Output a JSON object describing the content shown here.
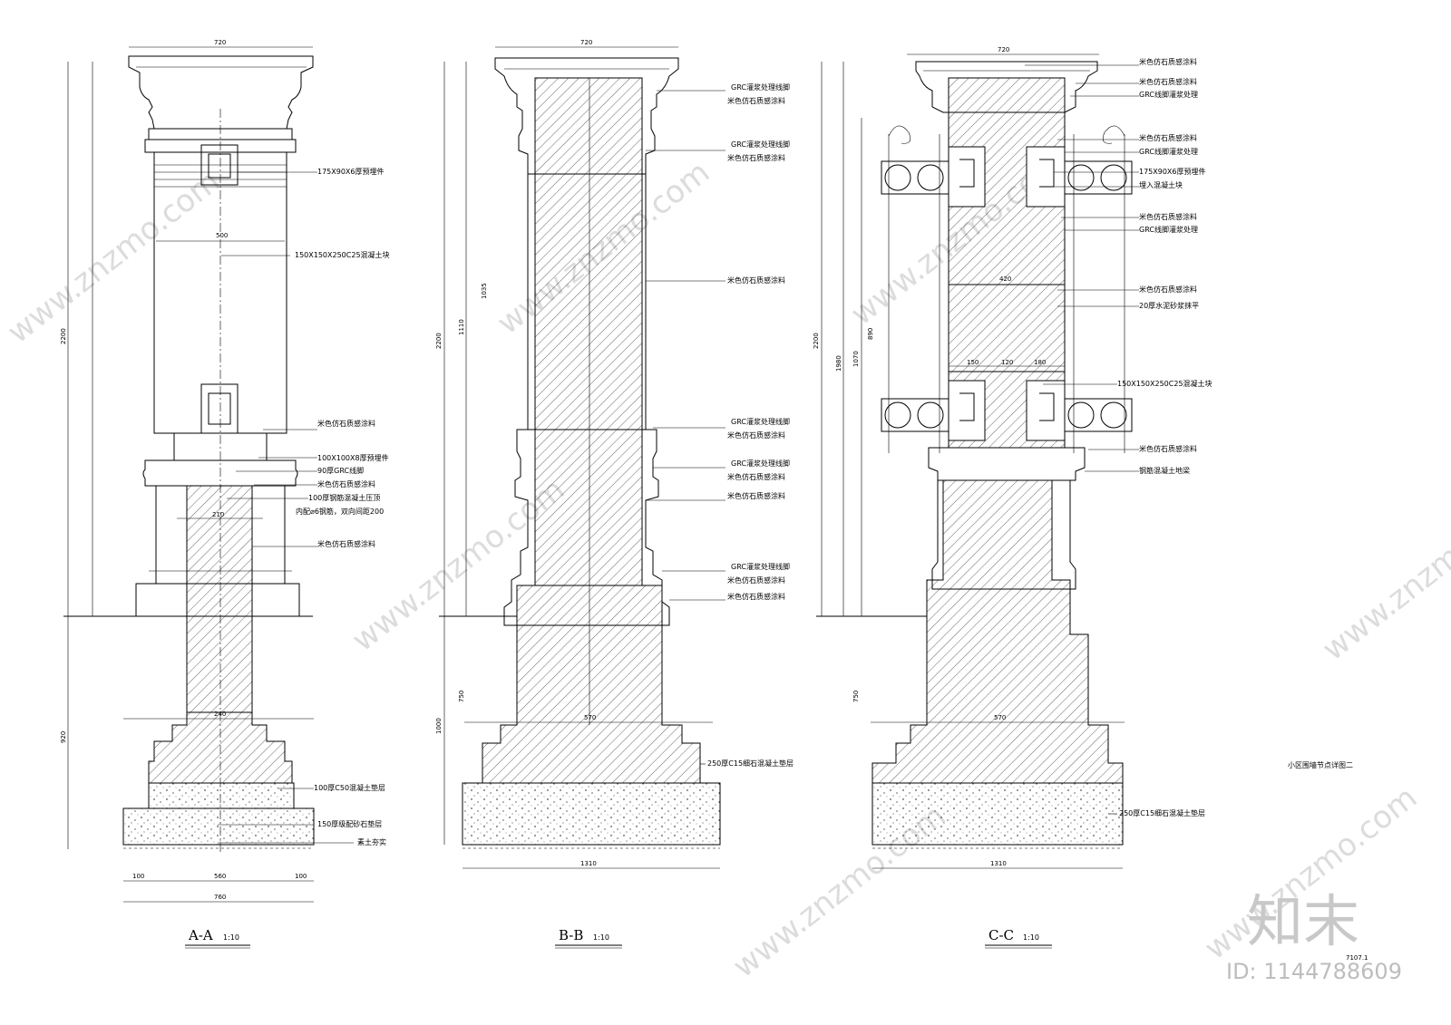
{
  "sheet_title": "小区围墙节点详图二",
  "sheet_code": "7107.1",
  "watermark": {
    "brand": "知末",
    "site": "www.znzmo.com",
    "id_text": "ID: 1144788609"
  },
  "sections": [
    {
      "title": "A-A",
      "scale": "1:10",
      "labels": [
        "175X90X6厚预埋件",
        "150X150X250C25混凝土块",
        "米色仿石质感涂料",
        "100X100X8厚预埋件",
        "90厚GRC线脚",
        "米色仿石质感涂料",
        "100厚钢筋混凝土压顶",
        "内配⌀6钢筋，双向间距200",
        "米色仿石质感涂料",
        "100厚C50混凝土垫层",
        "150厚级配砂石垫层",
        "素土夯实"
      ],
      "dims": [
        "720",
        "500",
        "560",
        "760",
        "100",
        "100",
        "240",
        "210",
        "2200",
        "920"
      ]
    },
    {
      "title": "B-B",
      "scale": "1:10",
      "labels": [
        "GRC灌浆处理线脚",
        "米色仿石质感涂料",
        "GRC灌浆处理线脚",
        "米色仿石质感涂料",
        "米色仿石质感涂料",
        "GRC灌浆处理线脚",
        "米色仿石质感涂料",
        "GRC灌浆处理线脚",
        "米色仿石质感涂料",
        "米色仿石质感涂料",
        "GRC灌浆处理线脚",
        "米色仿石质感涂料",
        "米色仿石质感涂料",
        "250厚C15细石混凝土垫层"
      ],
      "dims": [
        "720",
        "570",
        "1310",
        "2200",
        "1000",
        "750",
        "1110",
        "1035"
      ]
    },
    {
      "title": "C-C",
      "scale": "1:10",
      "labels": [
        "米色仿石质感涂料",
        "米色仿石质感涂料",
        "GRC线脚灌浆处理",
        "米色仿石质感涂料",
        "GRC线脚灌浆处理",
        "175X90X6厚预埋件",
        "埋入混凝土块",
        "米色仿石质感涂料",
        "GRC线脚灌浆处理",
        "米色仿石质感涂料",
        "20厚水泥砂浆抹平",
        "150X150X250C25混凝土块",
        "米色仿石质感涂料",
        "钢筋混凝土地梁",
        "250厚C15细石混凝土垫层"
      ],
      "dims": [
        "720",
        "420",
        "570",
        "1310",
        "2200",
        "1980",
        "1070",
        "890",
        "750",
        "150",
        "120",
        "180"
      ]
    }
  ]
}
